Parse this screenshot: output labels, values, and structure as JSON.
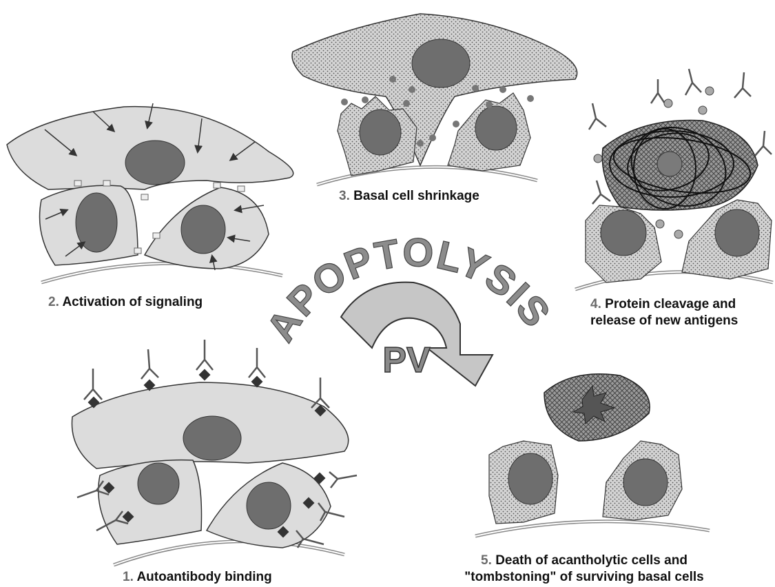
{
  "title": "APOPTOLYSIS",
  "center_label": "PV",
  "stages": [
    {
      "number": "1.",
      "label": "Autoantibody binding"
    },
    {
      "number": "2.",
      "label": "Activation of signaling"
    },
    {
      "number": "3.",
      "label": "Basal cell shrinkage"
    },
    {
      "number": "4.",
      "label_line1": "Protein cleavage and",
      "label_line2": "release of new antigens"
    },
    {
      "number": "5.",
      "label_line1": "Death of acantholytic cells and",
      "label_line2": "\"tombstoning\" of surviving basal cells"
    }
  ],
  "colors": {
    "cell_fill": "#dcdcdc",
    "nucleus_fill": "#6e6e6e",
    "outline": "#333333",
    "title_fill": "#8c8c8c",
    "arrow_fill": "#c6c6c6",
    "number_color": "#6a6a6a"
  }
}
